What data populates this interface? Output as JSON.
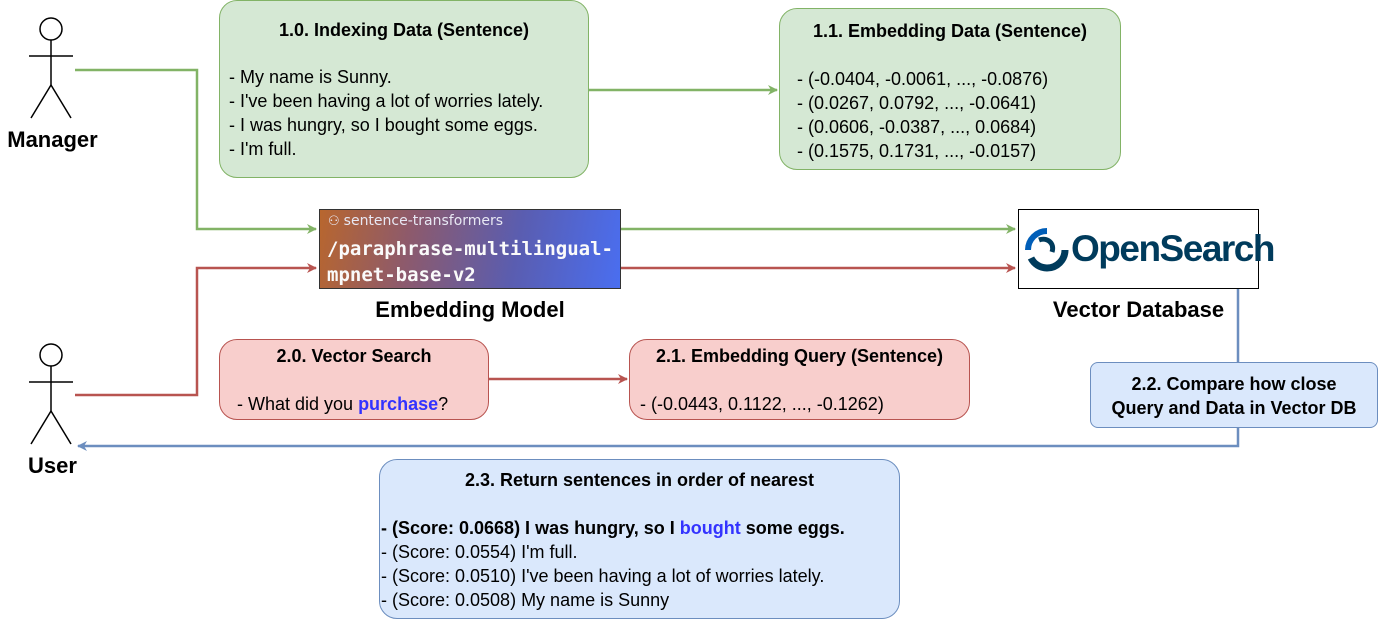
{
  "actors": {
    "manager": "Manager",
    "user": "User"
  },
  "indexing_box": {
    "title": "1.0. Indexing Data (Sentence)",
    "lines": [
      "- My name is Sunny.",
      "- I've been having a lot of worries lately.",
      "- I was hungry, so I bought some eggs.",
      "- I'm full."
    ]
  },
  "embedding_data_box": {
    "title": "1.1. Embedding Data (Sentence)",
    "lines": [
      "- (-0.0404, -0.0061, ..., -0.0876)",
      "- (0.0267, 0.0792, ..., -0.0641)",
      "- (0.0606, -0.0387, ..., 0.0684)",
      "- (0.1575, 0.1731, ..., -0.0157)"
    ]
  },
  "model": {
    "brand": "sentence-transformers",
    "name_line1": "/paraphrase-multilingual-",
    "name_line2": "mpnet-base-v2",
    "label": "Embedding Model"
  },
  "vector_db": {
    "logo_text": "OpenSearch",
    "label": "Vector Database"
  },
  "vector_search_box": {
    "title": "2.0. Vector Search",
    "line_prefix": "- What did you ",
    "line_highlight": "purchase",
    "line_suffix": "?"
  },
  "embedding_query_box": {
    "title": "2.1. Embedding Query (Sentence)",
    "line": "- (-0.0443, 0.1122, ..., -0.1262)"
  },
  "compare_box": {
    "line1": "2.2. Compare how close",
    "line2": "Query and Data in Vector DB"
  },
  "results_box": {
    "title": "2.3. Return sentences in order of nearest",
    "top_prefix": "- (Score: 0.0668) I was hungry, so I ",
    "top_highlight": "bought",
    "top_suffix": " some eggs.",
    "lines": [
      "- (Score: 0.0554) I'm full.",
      "- (Score: 0.0510) I've been having a lot of worries lately.",
      "- (Score: 0.0508) My name is Sunny"
    ]
  },
  "colors": {
    "green_fill": "#d5e8d4",
    "green_stroke": "#82b366",
    "red_fill": "#f8cecc",
    "red_stroke": "#b85450",
    "blue_fill": "#dae8fc",
    "blue_stroke": "#6c8ebf",
    "highlight": "#3333ff",
    "opensearch_navy": "#003b5c",
    "opensearch_blue": "#005eb8"
  }
}
